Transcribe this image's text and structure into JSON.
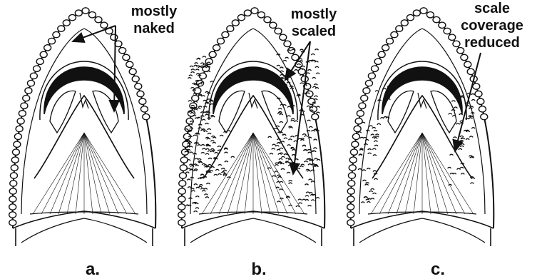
{
  "panels": [
    {
      "letter": "a.",
      "annotation": [
        "mostly",
        "naked"
      ],
      "scales": "none"
    },
    {
      "letter": "b.",
      "annotation": [
        "mostly",
        "scaled"
      ],
      "scales": "dense"
    },
    {
      "letter": "c.",
      "annotation": [
        "scale",
        "coverage",
        "reduced"
      ],
      "scales": "sparse"
    }
  ],
  "colors": {
    "ink": "#111111",
    "background": "#ffffff"
  }
}
